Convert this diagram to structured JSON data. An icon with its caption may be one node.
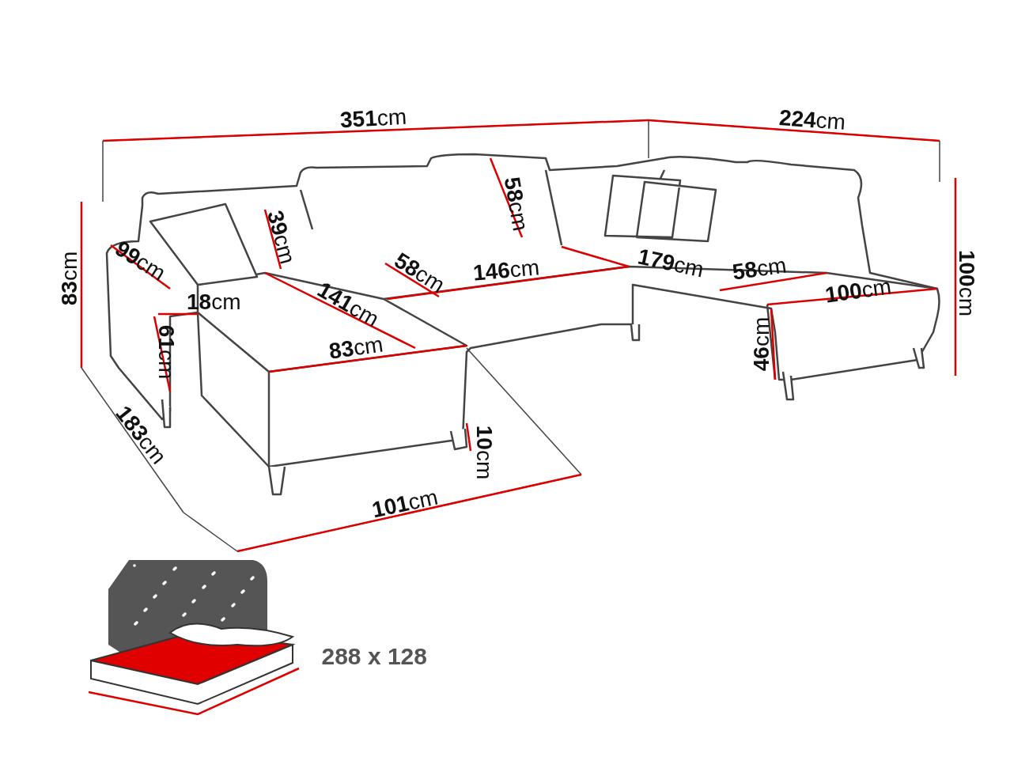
{
  "diagram": {
    "labels": [
      "**351**cm",
      "**224**cm",
      "**58**cm",
      "**83**cm",
      "**99**cm",
      "**18**cm",
      "**39**cm",
      "**141**cm",
      "**58**cm",
      "**146**cm",
      "**179**cm",
      "**58**cm",
      "**100**cm",
      "**100**cm",
      "**61**cm",
      "**83**cm",
      "**46**cm",
      "**183**cm",
      "**10**cm",
      "**101**cm",
      "288 x 128"
    ]
  }
}
